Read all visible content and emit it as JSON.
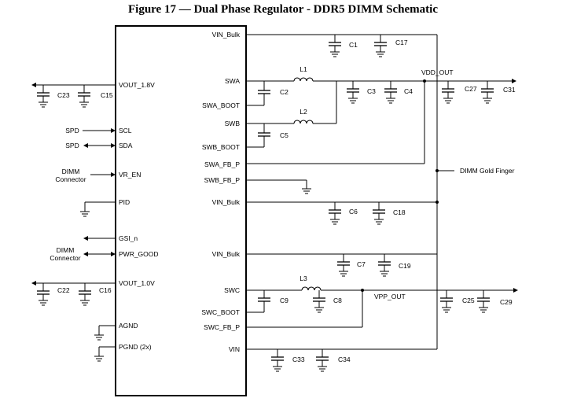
{
  "figure": {
    "title": "Figure 17 — Dual Phase Regulator - DDR5 DIMM Schematic"
  },
  "pins_right": [
    "VIN_Bulk",
    "SWA",
    "SWA_BOOT",
    "SWB",
    "SWB_BOOT",
    "SWA_FB_P",
    "SWB_FB_P",
    "VIN_Bulk",
    "VIN_Bulk",
    "SWC",
    "SWC_BOOT",
    "SWC_FB_P",
    "VIN"
  ],
  "pins_left": [
    "VOUT_1.8V",
    "SCL",
    "SDA",
    "VR_EN",
    "PID",
    "GSI_n",
    "PWR_GOOD",
    "VOUT_1.0V",
    "AGND",
    "PGND (2x)"
  ],
  "left_labels": [
    "SPD",
    "SPD",
    "DIMM",
    "Connector",
    "DIMM",
    "Connector"
  ],
  "capacitors": [
    "C1",
    "C17",
    "C23",
    "C15",
    "C2",
    "C5",
    "C3",
    "C4",
    "C27",
    "C31",
    "C6",
    "C18",
    "C7",
    "C19",
    "C22",
    "C16",
    "C9",
    "C8",
    "C25",
    "C29",
    "C33",
    "C34"
  ],
  "inductors": [
    "L1",
    "L2",
    "L3"
  ],
  "nets": {
    "vdd_out": "VDD_OUT",
    "vpp_out": "VPP_OUT",
    "gold_finger": "DIMM Gold Finger"
  }
}
